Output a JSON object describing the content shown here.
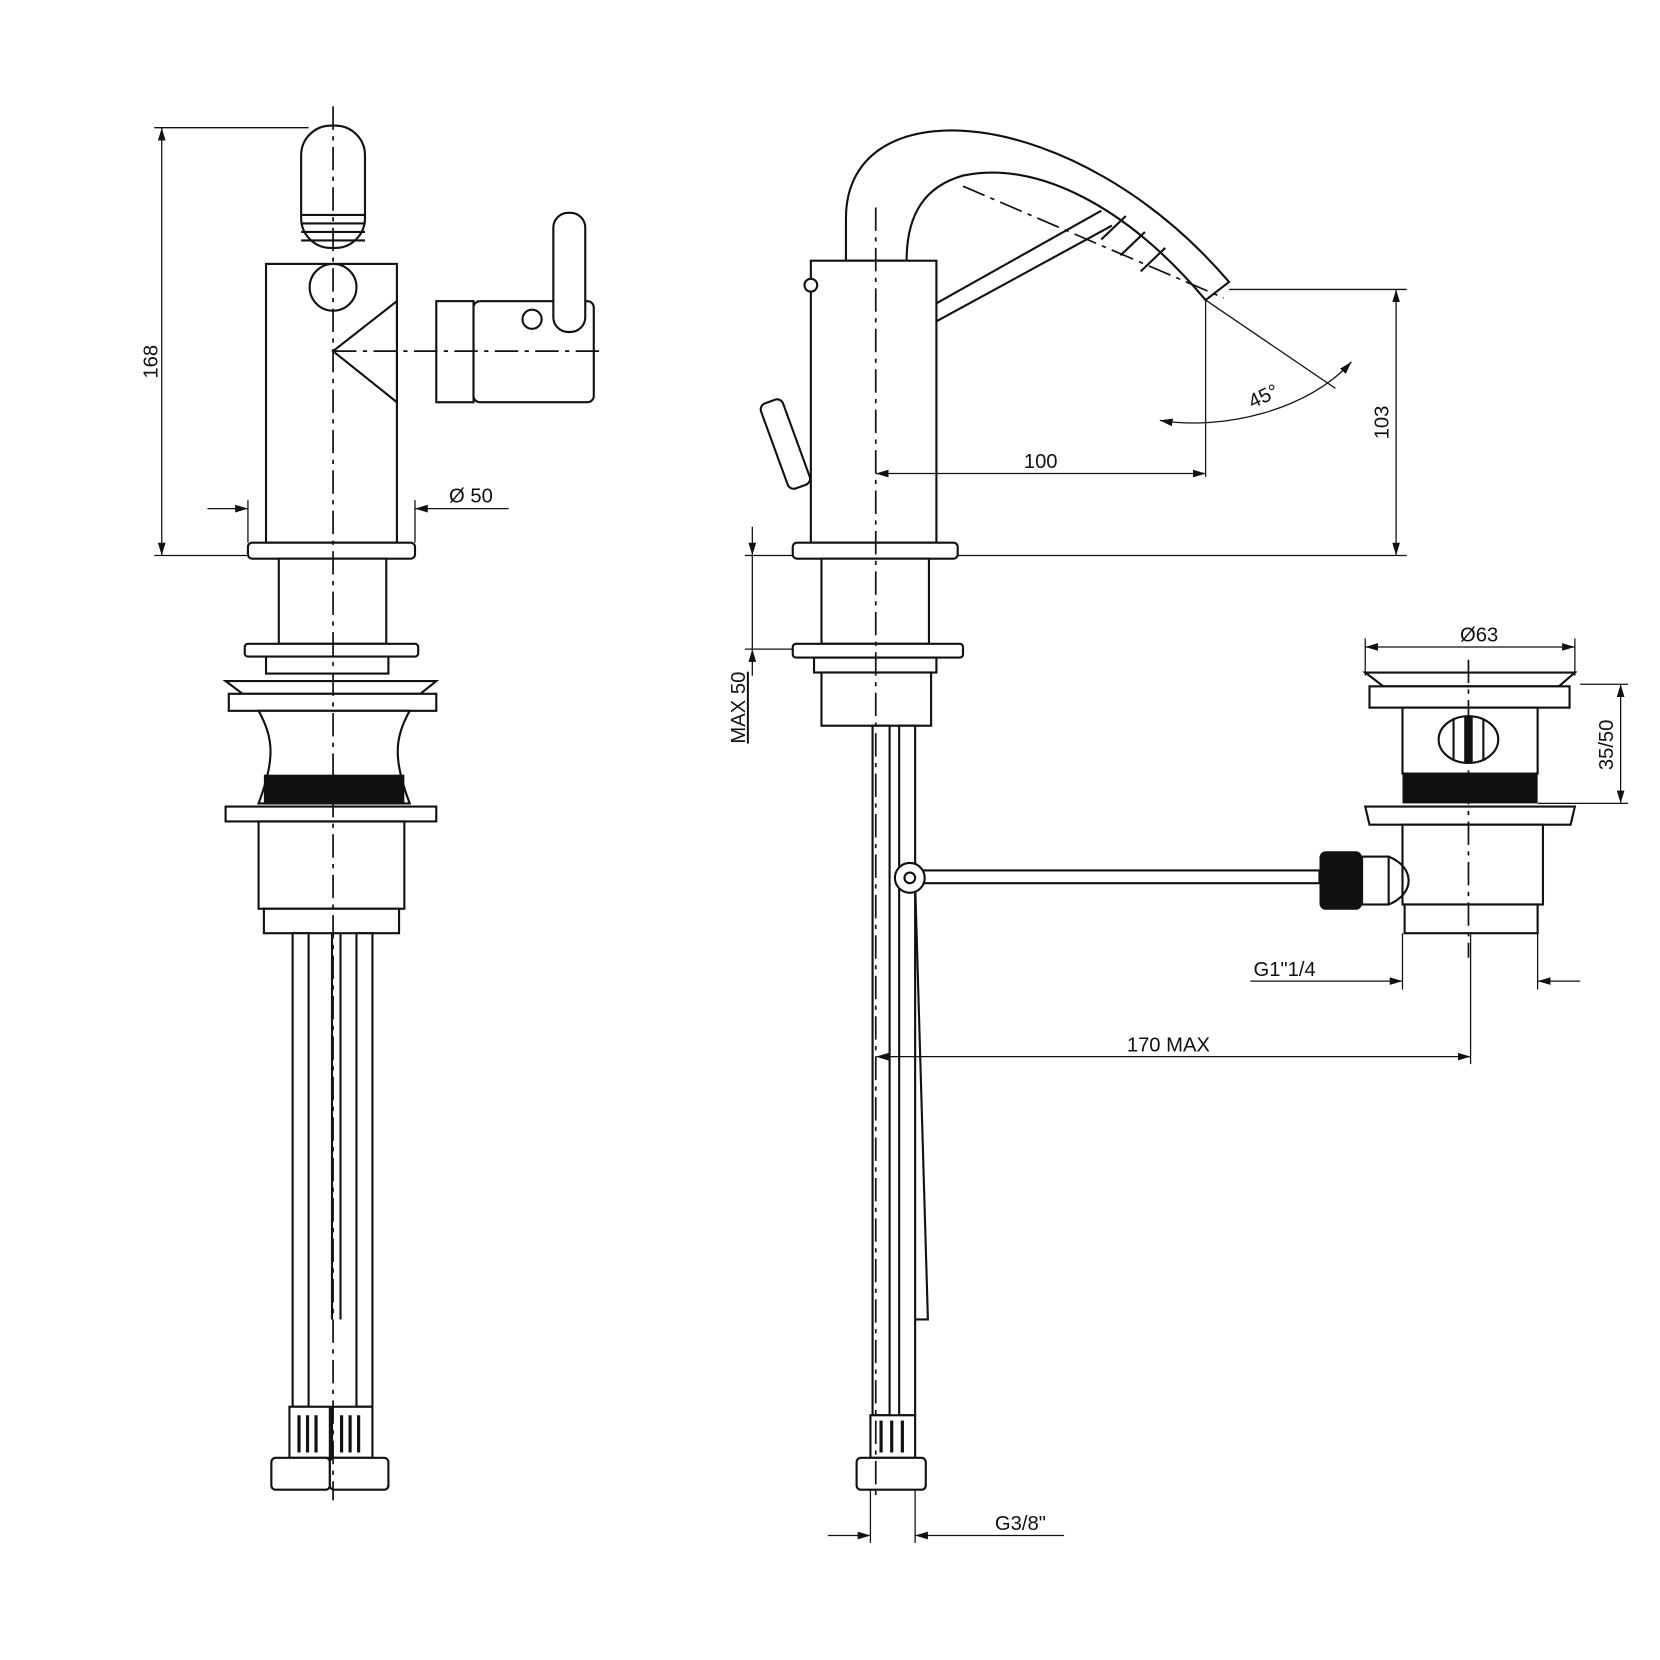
{
  "dimensions": {
    "height_total": "168",
    "body_diameter": "Ø 50",
    "spout_reach": "100",
    "spout_angle": "45°",
    "spout_height": "103",
    "max_deck_thickness": "MAX 50",
    "waste_diameter": "Ø63",
    "waste_range": "35/50",
    "waste_thread": "G1\"1/4",
    "rod_length": "170 MAX",
    "supply_thread": "G3/8\""
  }
}
